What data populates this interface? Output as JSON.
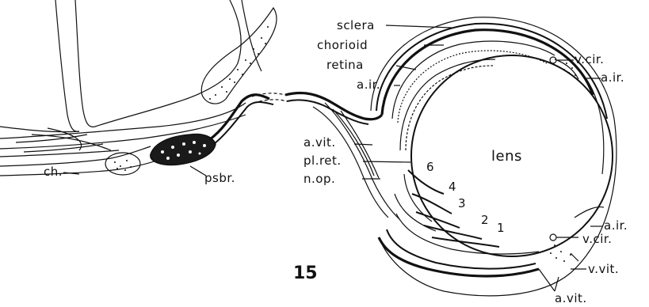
{
  "figure": {
    "number": "15",
    "labels": {
      "sclera": "sclera",
      "chorioid": "chorioid",
      "retina": "retina",
      "a_ir_top_left": "a.ir.",
      "v_cir_top": "v.cir.",
      "a_ir_top_right": "a.ir.",
      "lens": "lens",
      "a_vit_left": "a.vit.",
      "pl_ret": "pl.ret.",
      "n_op": "n.op.",
      "ch": "ch.",
      "psbr": "psbr.",
      "a_ir_bottom": "a.ir.",
      "v_cir_bottom": "v.cir.",
      "v_vit": "v.vit.",
      "a_vit_bottom": "a.vit.",
      "n1": "1",
      "n2": "2",
      "n3": "3",
      "n4": "4",
      "n6": "6"
    }
  }
}
